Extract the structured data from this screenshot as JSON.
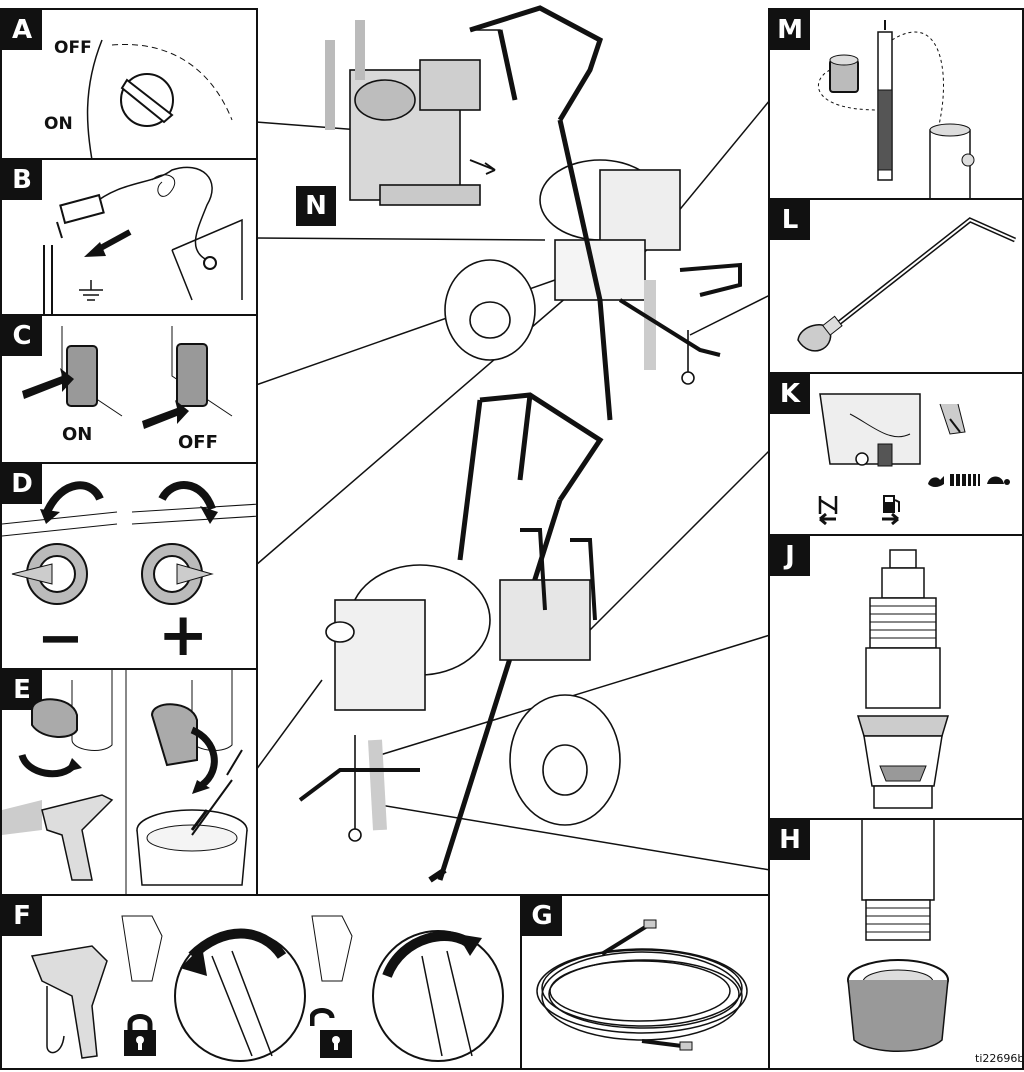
{
  "panels": {
    "A": {
      "letter": "A",
      "off": "OFF",
      "on": "ON"
    },
    "B": {
      "letter": "B"
    },
    "C": {
      "letter": "C",
      "on": "ON",
      "off": "OFF"
    },
    "D": {
      "letter": "D",
      "minus": "−",
      "plus": "+"
    },
    "E": {
      "letter": "E"
    },
    "F": {
      "letter": "F"
    },
    "G": {
      "letter": "G"
    },
    "H": {
      "letter": "H"
    },
    "J": {
      "letter": "J"
    },
    "K": {
      "letter": "K"
    },
    "L": {
      "letter": "L"
    },
    "M": {
      "letter": "M"
    },
    "N": {
      "letter": "N"
    }
  },
  "figure_id": "ti22696b",
  "icons": [
    "lock-icon",
    "unlock-icon",
    "ground-icon",
    "fuel-icon",
    "rabbit-icon",
    "turtle-icon",
    "choke-icon"
  ]
}
